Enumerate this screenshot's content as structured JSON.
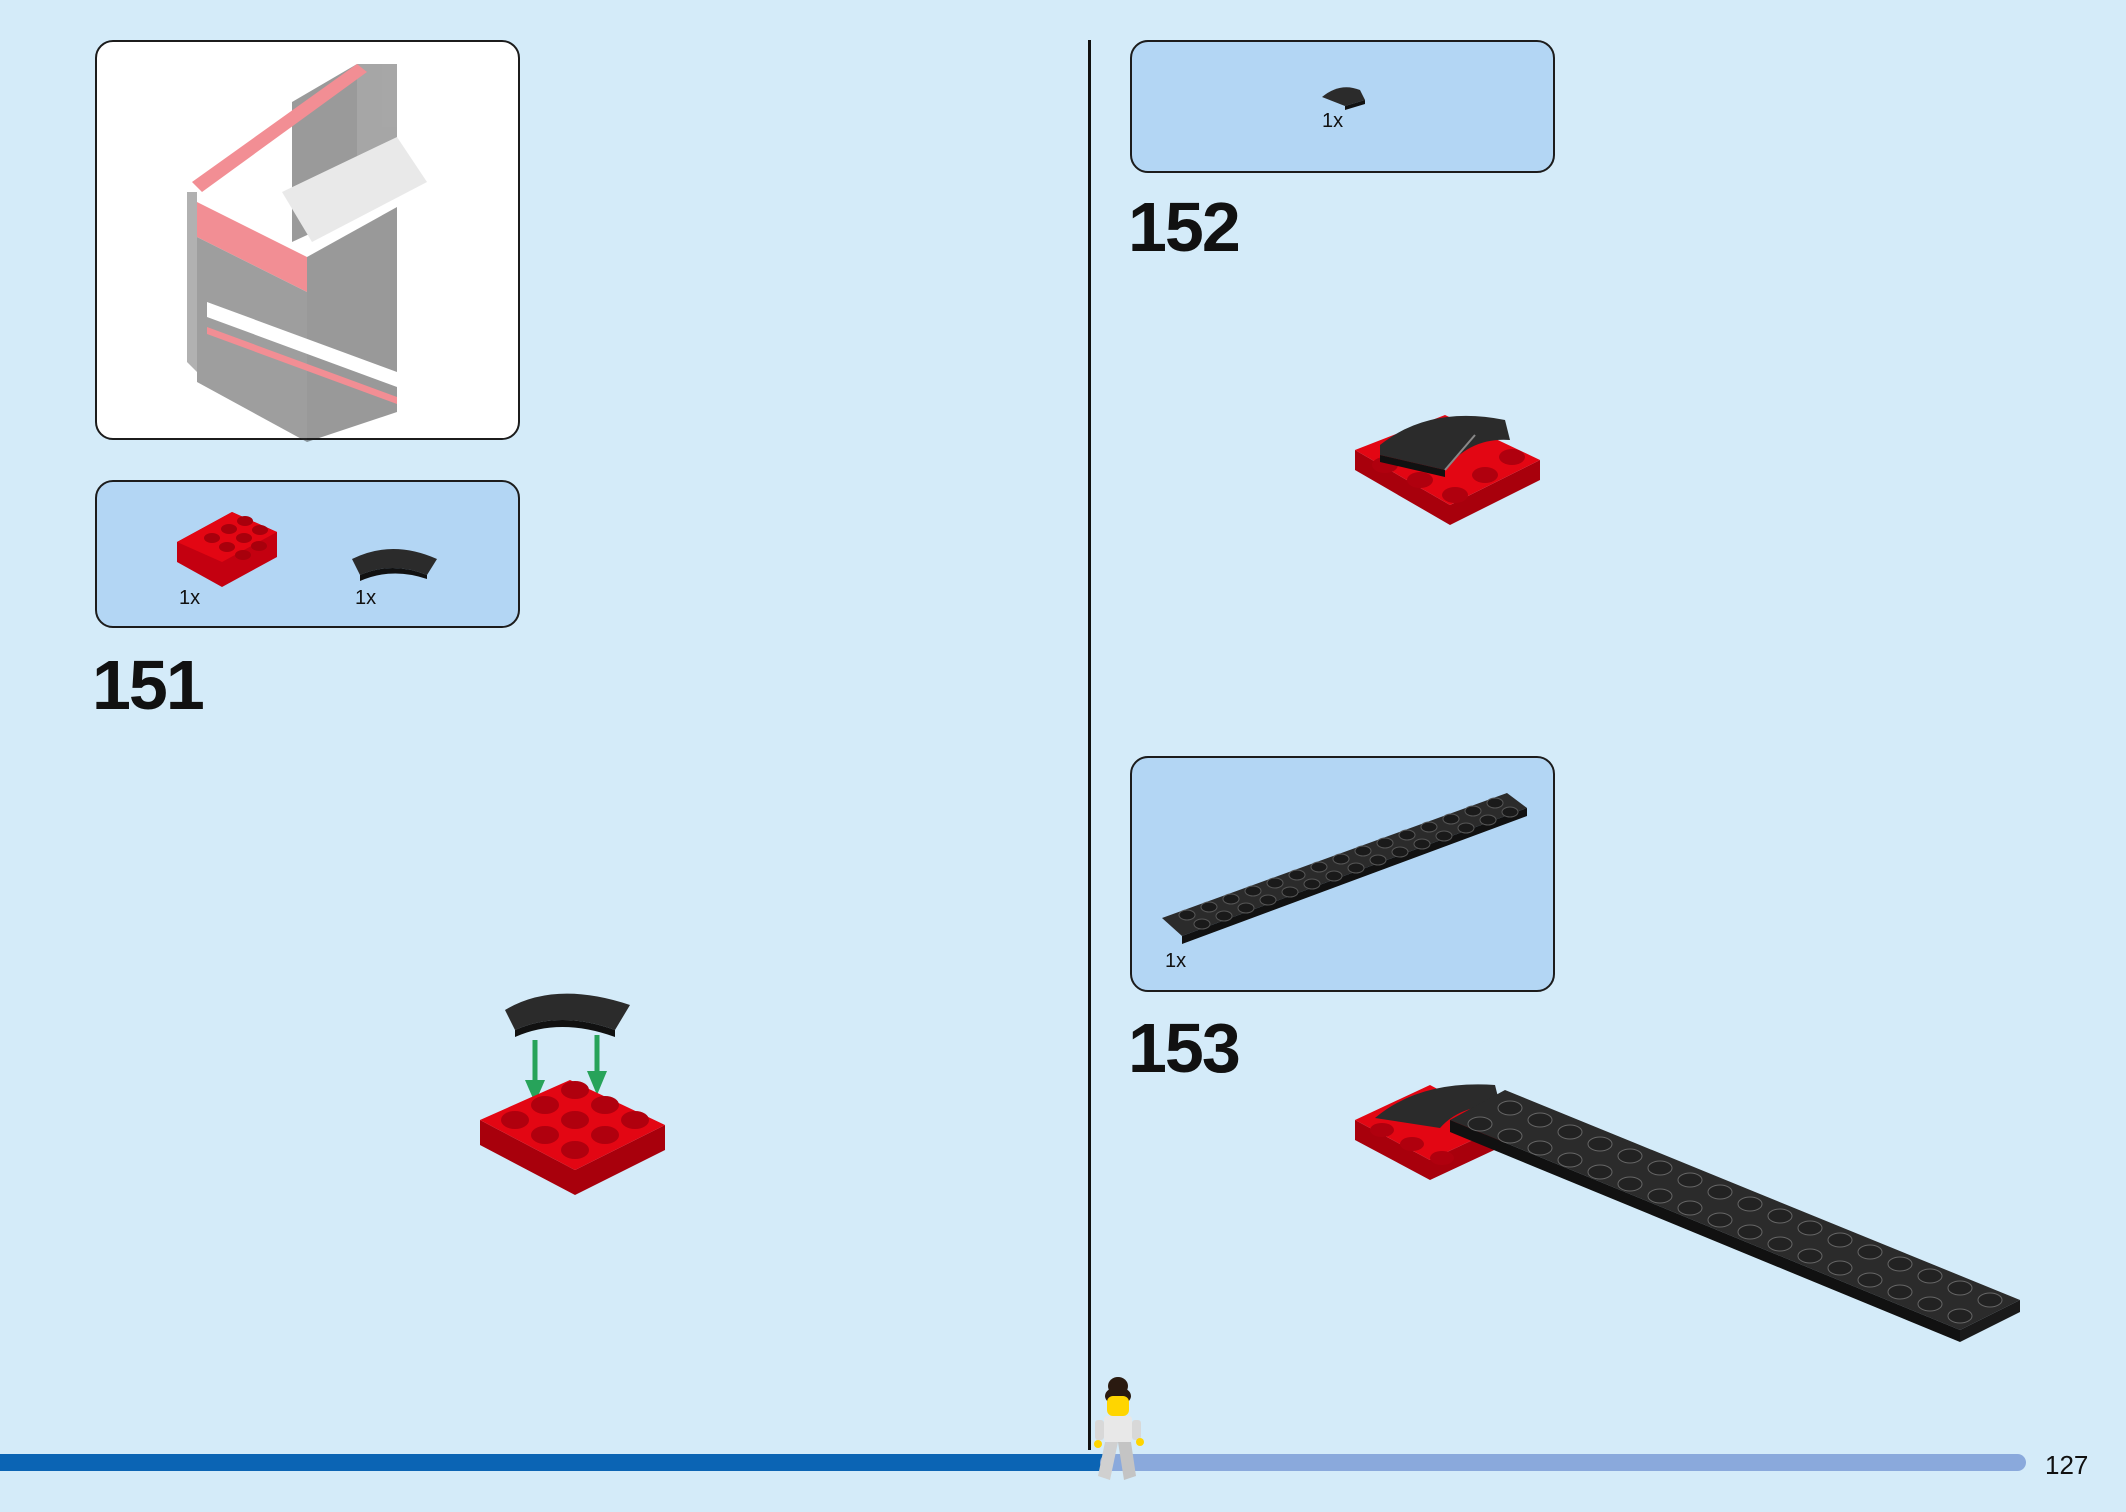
{
  "steps": [
    {
      "number": "151",
      "parts": [
        {
          "qty": "1x"
        },
        {
          "qty": "1x"
        }
      ]
    },
    {
      "number": "152",
      "parts": [
        {
          "qty": "1x"
        }
      ]
    },
    {
      "number": "153",
      "parts": [
        {
          "qty": "1x"
        }
      ]
    }
  ],
  "page_number": "127",
  "colors": {
    "background": "#d4ebf9",
    "parts_panel": "#b3d6f4",
    "brick_red": "#e30613",
    "brick_black": "#2b2b2b",
    "arrow_green": "#27a35a",
    "progress_dark": "#0b64b4",
    "progress_light": "#8aa9dc"
  }
}
